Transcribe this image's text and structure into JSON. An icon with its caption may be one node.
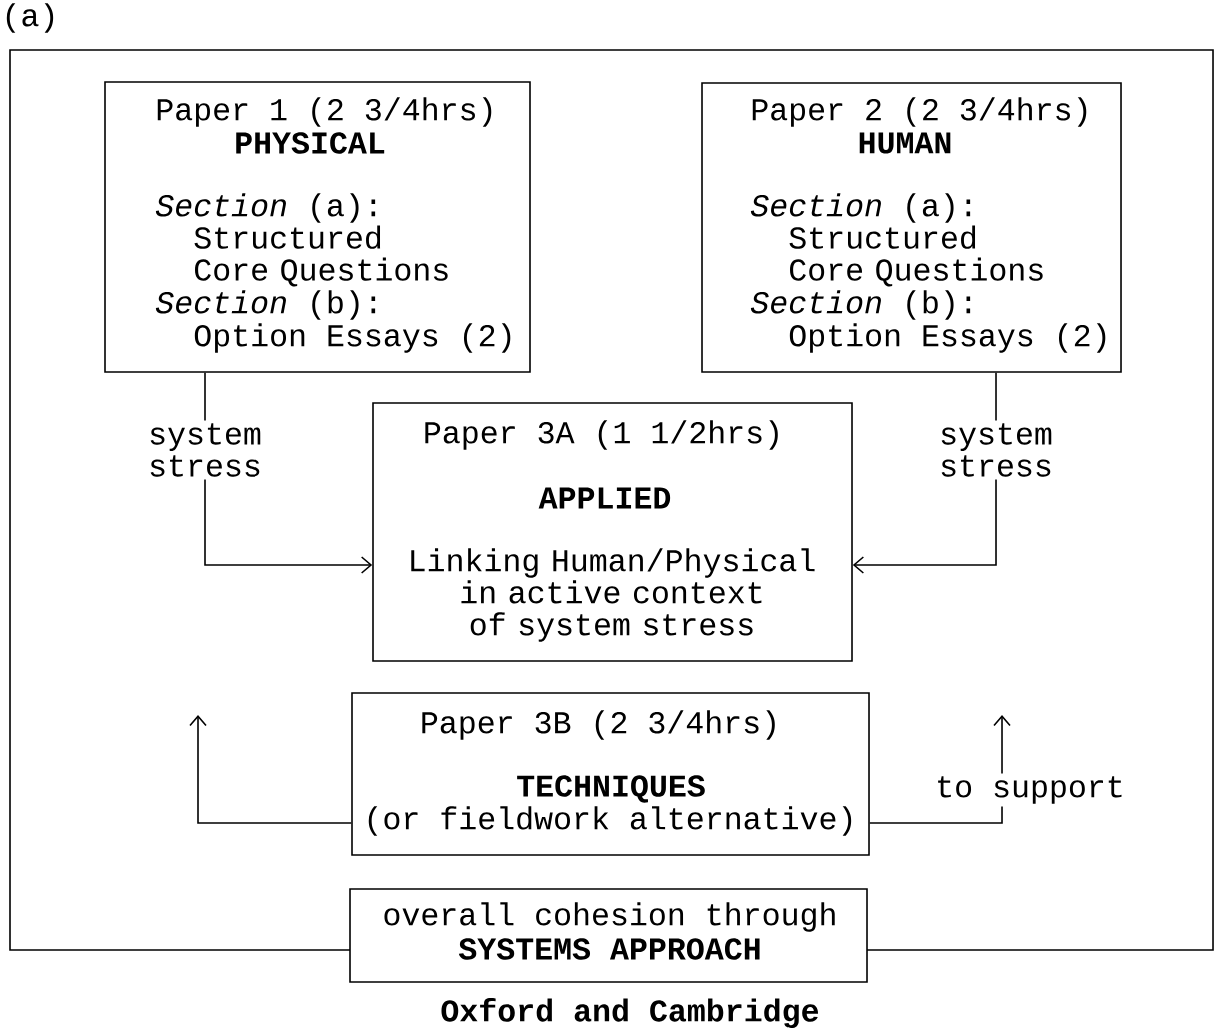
{
  "diagram": {
    "caption": "Oxford and Cambridge",
    "nodes": [
      {
        "text": [
          "Paper 1 (2 3/4hrs)",
          "PHYSICAL",
          "*Section* (a):",
          "Structured Core Questions",
          "*Section* (b):",
          "Option Essays (2)"
        ]
      },
      {
        "text": [
          "Paper 2 (2 3/4hrs)",
          "HUMAN",
          "*Section* (a):",
          "Structured Core Questions",
          "*Section* (b):",
          "Option Essays (2)"
        ]
      },
      {
        "text": [
          "system stress"
        ]
      },
      {
        "text": [
          "system stress"
        ]
      },
      {
        "text": [
          "Paper 3A (1 1/2hrs)",
          "APPLIED",
          "Linking Human/Physical in active context of system stress"
        ]
      },
      {
        "text": [
          "Paper 3B (2 3/4hrs)",
          "TECHNIQUES",
          "(or fieldwork alternative)"
        ]
      },
      {
        "text": [
          "overall cohesion through",
          "SYSTEMS APPROACH"
        ]
      }
    ],
    "edges": [
      {
        "from": 0,
        "to": 2,
        "arrow": "none"
      },
      {
        "from": 2,
        "to": 4,
        "arrow": "to"
      },
      {
        "from": 1,
        "to": 3,
        "arrow": "none"
      },
      {
        "from": 3,
        "to": 4,
        "arrow": "to"
      },
      {
        "from": 5,
        "to": null,
        "arrow": "to"
      },
      {
        "from": 5,
        "to": null,
        "arrow": "to",
        "label": "to support"
      }
    ],
    "labels": [
      "(a)"
    ]
  }
}
